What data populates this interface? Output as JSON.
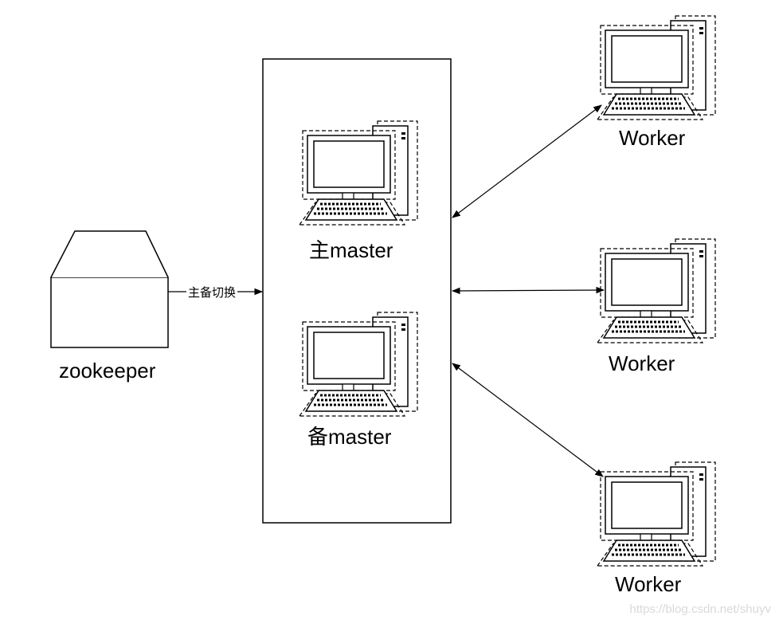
{
  "zookeeper": {
    "label": "zookeeper"
  },
  "edge_label": "主备切换",
  "masters": {
    "primary": "主master",
    "standby": "备master"
  },
  "workers": [
    "Worker",
    "Worker",
    "Worker"
  ],
  "watermark": "https://blog.csdn.net/shuyv"
}
